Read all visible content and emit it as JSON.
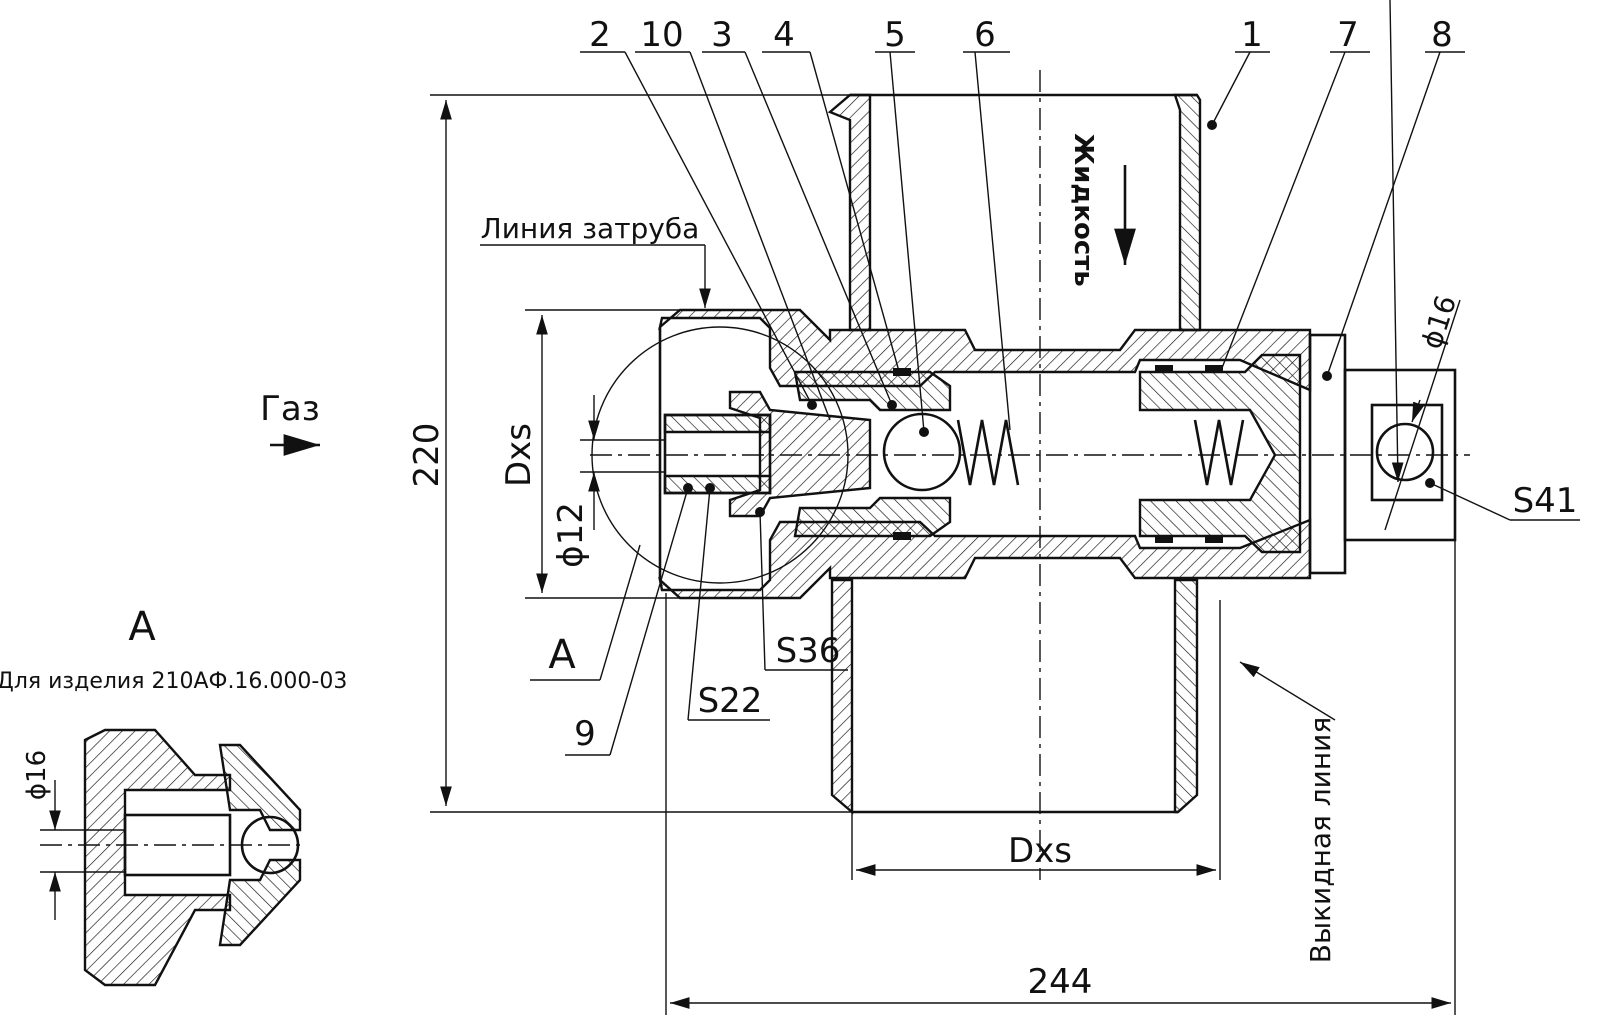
{
  "labels": {
    "gas": "Газ",
    "liquid": "Жидкость",
    "annulus_line": "Линия затруба",
    "discharge_line": "Выкидная линия",
    "view_a_title": "А",
    "view_a_note": "Для изделия 210АФ.16.000-03",
    "view_a_callout": "А"
  },
  "part_numbers": [
    "2",
    "10",
    "3",
    "4",
    "5",
    "6",
    "1",
    "7",
    "8",
    "9"
  ],
  "dimensions": {
    "height": "220",
    "length": "244",
    "dxs_vertical": "Dxs",
    "dxs_horizontal": "Dxs",
    "phi12": "ϕ12",
    "phi16_main": "ϕ16",
    "phi16_view_a": "ϕ16",
    "s22": "S22",
    "s36": "S36",
    "s41": "S41"
  }
}
